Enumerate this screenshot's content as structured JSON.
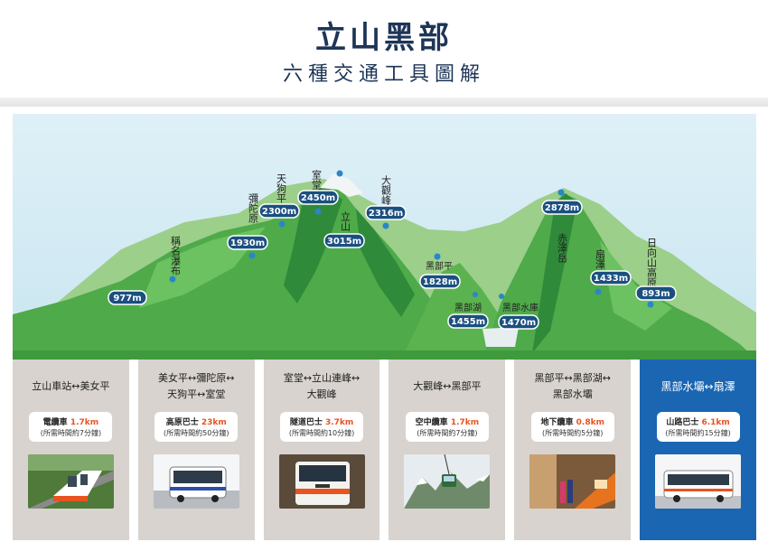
{
  "header": {
    "title": "立山黑部",
    "subtitle": "六種交通工具圖解"
  },
  "stations": [
    {
      "name": "稱名瀑布",
      "elev": "977m"
    },
    {
      "name": "彌陀原",
      "elev": "1930m"
    },
    {
      "name": "天狗平",
      "elev": "2300m"
    },
    {
      "name": "室堂",
      "elev": "2450m"
    },
    {
      "name": "立山",
      "elev": "3015m"
    },
    {
      "name": "大觀峰",
      "elev": "2316m"
    },
    {
      "name": "黑部平",
      "elev": "1828m"
    },
    {
      "name": "黑部湖",
      "elev": "1455m"
    },
    {
      "name": "黑部水庫",
      "elev": "1470m"
    },
    {
      "name": "赤澤岳",
      "elev": "2878m"
    },
    {
      "name": "扇澤",
      "elev": "1433m"
    },
    {
      "name": "日向山高原",
      "elev": "893m"
    }
  ],
  "routes": [
    {
      "title_lines": [
        "立山車站↔美女平"
      ],
      "mode": "電纜車",
      "distance": "1.7km",
      "time": "(所需時間約7分鐘)",
      "photo": "cable-car"
    },
    {
      "title_lines": [
        "美女平↔彌陀原↔",
        "天狗平↔室堂"
      ],
      "mode": "高原巴士",
      "distance": "23km",
      "time": "(所需時間約50分鐘)",
      "photo": "highland-bus"
    },
    {
      "title_lines": [
        "室堂↔立山連峰↔",
        "大觀峰"
      ],
      "mode": "隧道巴士",
      "distance": "3.7km",
      "time": "(所需時間約10分鐘)",
      "photo": "tunnel-bus"
    },
    {
      "title_lines": [
        "大觀峰↔黑部平"
      ],
      "mode": "空中纜車",
      "distance": "1.7km",
      "time": "(所需時間約7分鐘)",
      "photo": "ropeway"
    },
    {
      "title_lines": [
        "黑部平↔黑部湖↔",
        "黑部水壩"
      ],
      "mode": "地下纜車",
      "distance": "0.8km",
      "time": "(所需時間約5分鐘)",
      "photo": "underground-cable"
    },
    {
      "title_lines": [
        "黑部水壩↔扇澤"
      ],
      "mode": "山路巴士",
      "distance": "6.1km",
      "time": "(所需時間約15分鐘)",
      "photo": "trolley-bus",
      "active": true
    }
  ],
  "colors": {
    "accent": "#1a66b2",
    "title": "#1d3557",
    "distance": "#e8531f",
    "badge": "#1b4f80"
  }
}
